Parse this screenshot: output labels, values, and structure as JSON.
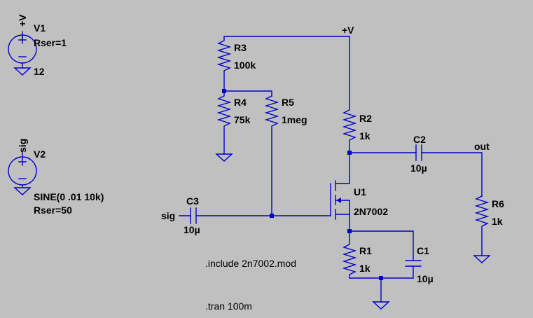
{
  "schematic": {
    "components": {
      "v1": {
        "ref": "V1",
        "spec": "Rser=1",
        "value": "12",
        "node": "+V"
      },
      "v2": {
        "ref": "V2",
        "spec": "SINE(0 .01 10k)",
        "value": "Rser=50",
        "node": "sig"
      },
      "r1": {
        "ref": "R1",
        "value": "1k"
      },
      "r2": {
        "ref": "R2",
        "value": "1k"
      },
      "r3": {
        "ref": "R3",
        "value": "100k"
      },
      "r4": {
        "ref": "R4",
        "value": "75k"
      },
      "r5": {
        "ref": "R5",
        "value": "1meg"
      },
      "r6": {
        "ref": "R6",
        "value": "1k"
      },
      "c1": {
        "ref": "C1",
        "value": "10µ"
      },
      "c2": {
        "ref": "C2",
        "value": "10µ"
      },
      "c3": {
        "ref": "C3",
        "value": "10µ"
      },
      "u1": {
        "ref": "U1",
        "value": "2N7002"
      }
    },
    "nets": {
      "vplus": "+V",
      "out": "out",
      "sig": "sig"
    },
    "directives": {
      "include": ".include 2n7002.mod",
      "tran": ".tran 100m"
    },
    "colors": {
      "background": "#c0c0c0",
      "wire": "#0000cc",
      "text": "#000000"
    }
  }
}
